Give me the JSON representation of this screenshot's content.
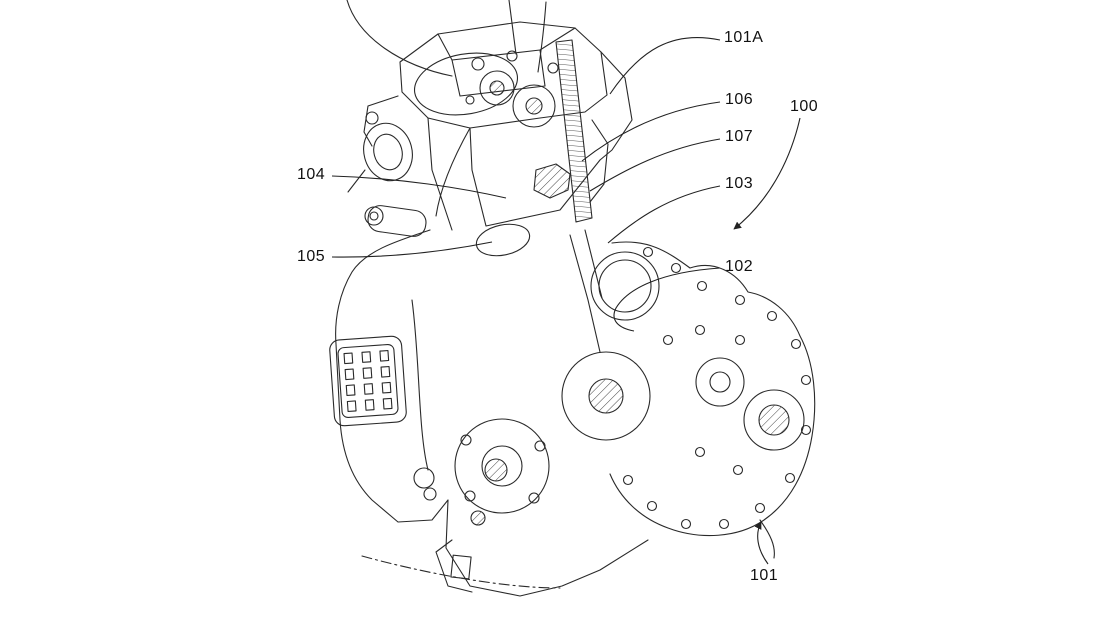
{
  "page": {
    "background_color": "#ffffff",
    "line_color": "#222222"
  },
  "figure": {
    "kind": "patent-line-drawing",
    "subject": "Motorcycle engine assembly, isometric cutaway patent figure with numbered reference callouts",
    "reference_labels": {
      "l100": "100",
      "l101": "101",
      "l101a": "101A",
      "l102": "102",
      "l103": "103",
      "l104": "104",
      "l105": "105",
      "l106": "106",
      "l107": "107"
    }
  }
}
